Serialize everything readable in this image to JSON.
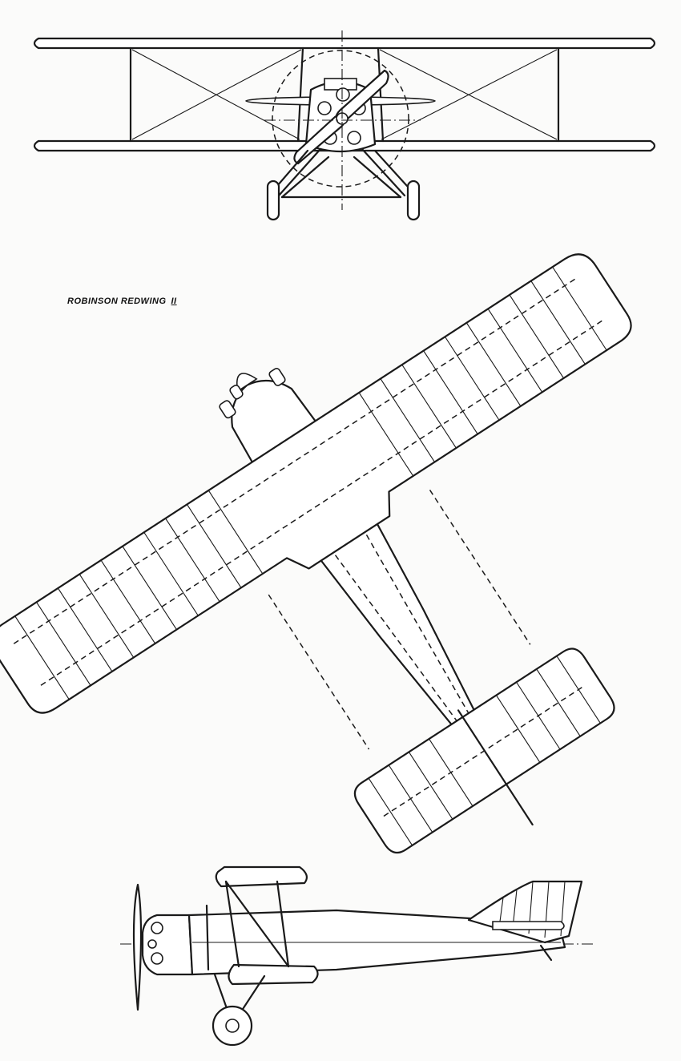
{
  "drawing": {
    "caption": "ROBINSON REDWING",
    "caption_numeral": "II",
    "ink_color": "#1a1a1a",
    "paper_color": "#fbfbfa",
    "views": [
      "front-view",
      "plan-view",
      "side-view"
    ]
  }
}
